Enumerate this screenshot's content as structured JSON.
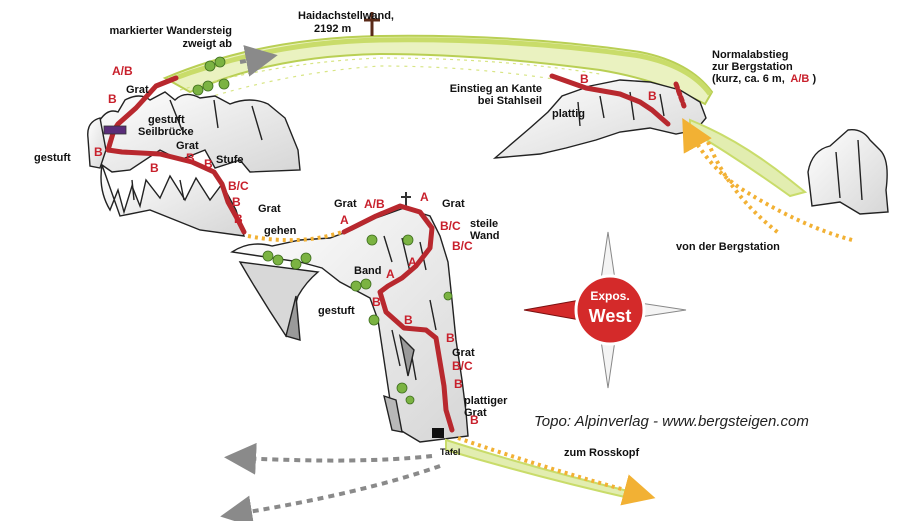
{
  "summit": {
    "name": "Haidachstellwand,",
    "altitude": "2192 m"
  },
  "labels": {
    "wandersteig_1": "markierter Wandersteig",
    "wandersteig_2": "zweigt ab",
    "abstieg_1": "Normalabstieg",
    "abstieg_2": "zur Bergstation",
    "abstieg_3": "(kurz, ca. 6 m,",
    "abstieg_grade": "A/B",
    "abstieg_close": ")",
    "einstieg_1": "Einstieg an Kante",
    "einstieg_2": "bei Stahlseil",
    "plattig": "plattig",
    "gestuft_left": "gestuft",
    "gestuft_seil": "gestuft",
    "seilbruecke": "Seilbrücke",
    "grat_top": "Grat",
    "grat_mid": "Grat",
    "stufe": "Stufe",
    "grat_b": "Grat",
    "gehen": "gehen",
    "grat_left2": "Grat",
    "grat_right2": "Grat",
    "steile_1": "steile",
    "steile_2": "Wand",
    "band": "Band",
    "gestuft_low": "gestuft",
    "grat_low": "Grat",
    "plattiger_1": "plattiger",
    "plattiger_2": "Grat",
    "tafel": "Tafel",
    "rosskopf": "zum Rosskopf",
    "bergstation": "von der Bergstation"
  },
  "grades": {
    "g1": "A/B",
    "g2": "B",
    "g3": "B",
    "g4": "B",
    "g5": "B",
    "g6": "B",
    "g7": "B/C",
    "g8": "B",
    "g9": "B",
    "g10": "A",
    "g11": "A/B",
    "g12": "A",
    "g13": "B/C",
    "g14": "B/C",
    "g15": "A",
    "g16": "A",
    "g17": "B",
    "g18": "B",
    "g19": "B/C",
    "g20": "B",
    "g21": "B",
    "g22": "B",
    "g23": "B",
    "g24": "B"
  },
  "credit": "Topo: Alpinverlag - www.bergsteigen.com",
  "compass": {
    "line1": "Expos.",
    "line2": "West"
  },
  "colors": {
    "route": "#b8282e",
    "grade": "#c8202c",
    "path_dots": "#f2b134",
    "grass": "#c9dc6a",
    "trail_gray": "#8a8a8a",
    "compass_red": "#d42a2a"
  }
}
